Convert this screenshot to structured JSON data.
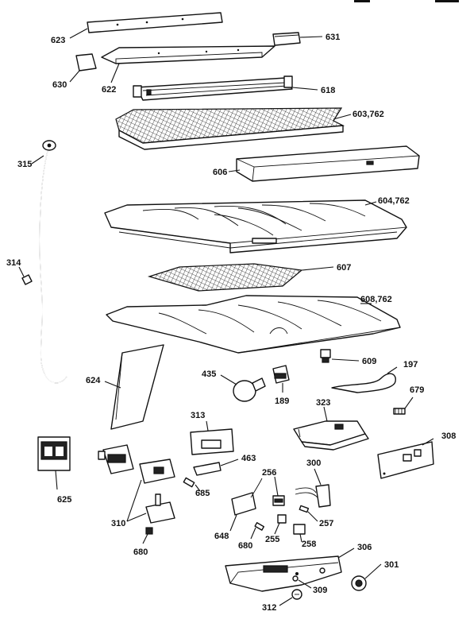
{
  "labels": {
    "l623": "623",
    "l631": "631",
    "l630": "630",
    "l622": "622",
    "l618": "618",
    "l603": "603,762",
    "l315": "315",
    "l606": "606",
    "l604": "604,762",
    "l314": "314",
    "l607": "607",
    "l608": "608,762",
    "l609": "609",
    "l624": "624",
    "l435": "435",
    "l197": "197",
    "l189": "189",
    "l679": "679",
    "l323": "323",
    "l313": "313",
    "l308": "308",
    "l463": "463",
    "l625": "625",
    "l256": "256",
    "l300": "300",
    "l685": "685",
    "l310": "310",
    "l648": "648",
    "l257": "257",
    "l255": "255",
    "l680a": "680",
    "l680b": "680",
    "l258": "258",
    "l306": "306",
    "l301": "301",
    "l309": "309",
    "l312": "312"
  }
}
